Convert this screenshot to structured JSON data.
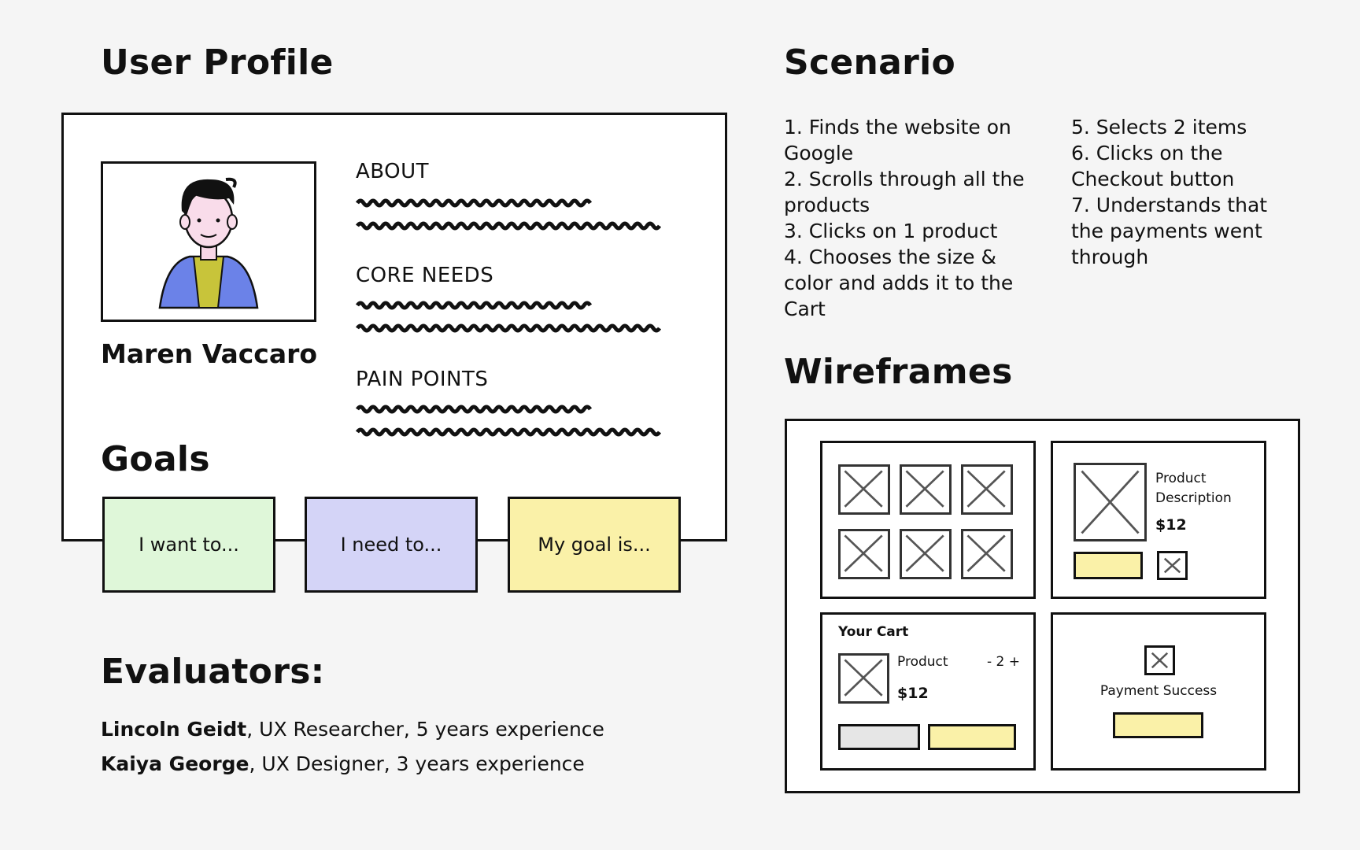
{
  "profile": {
    "heading": "User Profile",
    "name": "Maren Vaccaro",
    "sections": [
      {
        "label": "ABOUT"
      },
      {
        "label": "CORE NEEDS"
      },
      {
        "label": "PAIN POINTS"
      }
    ]
  },
  "goals": {
    "heading": "Goals",
    "cards": [
      {
        "text": "I want to...",
        "color": "#dff7d9"
      },
      {
        "text": "I need to...",
        "color": "#d4d4f7"
      },
      {
        "text": "My goal is...",
        "color": "#faf1a8"
      }
    ]
  },
  "evaluators": {
    "heading": "Evaluators:",
    "people": [
      {
        "name": "Lincoln Geidt",
        "detail": ", UX Researcher, 5 years experience"
      },
      {
        "name": "Kaiya George",
        "detail": ", UX Designer, 3 years experience"
      }
    ]
  },
  "scenario": {
    "heading": "Scenario",
    "col1": [
      "1. Finds the website on",
      "Google",
      "2. Scrolls through all the",
      "products",
      "3. Clicks on 1 product",
      "4. Chooses the size &",
      "color and adds it to the",
      "Cart"
    ],
    "col2": [
      "5. Selects 2 items",
      "6. Clicks on the",
      "Checkout button",
      "7. Understands that",
      "the payments went",
      "through"
    ]
  },
  "wireframes": {
    "heading": "Wireframes",
    "detail": {
      "line1": "Product",
      "line2": "Description",
      "price": "$12"
    },
    "cart": {
      "title": "Your Cart",
      "product": "Product",
      "qty": "- 2 +",
      "price": "$12"
    },
    "success": {
      "text": "Payment Success"
    },
    "colors": {
      "yellow": "#faf1a8",
      "gray": "#e6e6e6"
    }
  }
}
